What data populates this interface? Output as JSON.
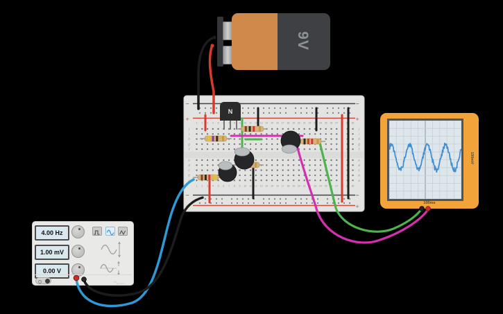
{
  "app": {
    "background": "#000000"
  },
  "battery": {
    "label": "9V",
    "body_color": "#3e4044",
    "cell_color": "#cf8a4b"
  },
  "function_generator": {
    "displays": [
      {
        "name": "frequency",
        "value": "4.00 Hz"
      },
      {
        "name": "amplitude",
        "value": "1.00 mV"
      },
      {
        "name": "dc_offset",
        "value": "0.00 V"
      }
    ],
    "waveform_options": [
      "square",
      "sine",
      "triangle"
    ],
    "selected_waveform": "sine",
    "power": "on"
  },
  "oscilloscope": {
    "time_per_div": "100ms",
    "volts_per_div": "100mV",
    "frame_color": "#f2a43b",
    "screen_bg": "#dde6ea",
    "waveform": {
      "type": "line",
      "cycles": 4,
      "midline_frac": 0.47,
      "amplitude_frac": 0.16,
      "noise_frac": 0.025,
      "phase": 0.82,
      "color": "#3f8fd4"
    }
  },
  "breadboard": {
    "rail_positive_symbol": "+",
    "rail_negative_symbol": "−",
    "row_letters_top": [
      "j",
      "i",
      "h",
      "g",
      "f"
    ],
    "row_letters_bottom": [
      "e",
      "d",
      "c",
      "b",
      "a"
    ],
    "column_numbers": [
      1,
      2,
      3,
      4,
      5,
      6,
      7,
      8,
      9,
      10,
      11,
      12,
      13,
      14,
      15,
      16,
      17,
      18,
      19,
      20,
      21,
      22,
      23,
      24,
      25,
      26,
      27,
      28,
      29,
      30
    ],
    "rail_line_negative_color": "#3c4350",
    "rail_line_positive_color": "#c84b3b"
  },
  "components": {
    "transistor": {
      "label": "N"
    },
    "resistor_bands": [
      [
        "#e6c232",
        "#7e3f9d",
        "#3a2a1a",
        "#c59a44"
      ],
      [
        "#7a4526",
        "#2a2a2a",
        "#cc3b2e",
        "#c59a44"
      ],
      [
        "#2a2a2a",
        "#cc3b2e",
        "#cc3b2e",
        "#c59a44"
      ],
      [
        "#e0862e",
        "#e0862e",
        "#7a4526",
        "#c59a44"
      ],
      [
        "#7a4526",
        "#2a2a2a",
        "#cc3b2e",
        "#e6c232"
      ]
    ],
    "capacitor_count": 3
  },
  "wire_colors": {
    "black": "#1c1c1c",
    "red": "#d93a2e",
    "blue": "#2f99d6",
    "green": "#4db34d",
    "magenta": "#d42fb0"
  }
}
